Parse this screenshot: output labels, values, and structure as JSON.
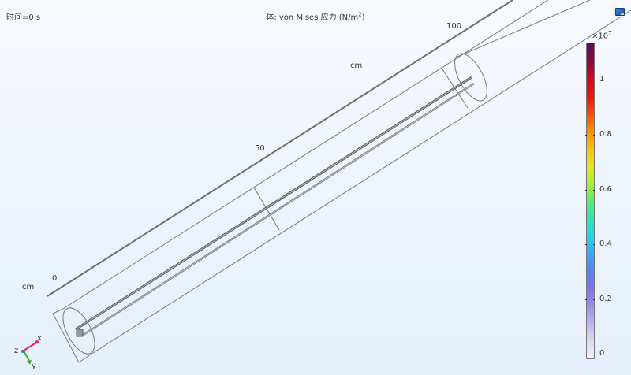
{
  "header": {
    "time_label": "时间=0 s",
    "plot_title_prefix": "体: von Mises 应力 (N/m",
    "plot_title_sup": "2",
    "plot_title_suffix": ")"
  },
  "toolbar": {
    "snapshot_button": "camera-snapshot-icon"
  },
  "axis_ruler": {
    "unit_left": "cm",
    "unit_top": "cm",
    "ticks": [
      "0",
      "50",
      "100"
    ]
  },
  "colorbar": {
    "multiplier_base": "×10",
    "multiplier_exp": "7",
    "ticks": [
      "1",
      "0.8",
      "0.6",
      "0.4",
      "0.2",
      "0"
    ],
    "colors": [
      "#5a0a5e",
      "#8a0a3f",
      "#c80a1e",
      "#e8150e",
      "#f24b0a",
      "#fa8e05",
      "#f9c011",
      "#e4e61c",
      "#a6ee3a",
      "#5fea6f",
      "#31e2b6",
      "#2ad1e6",
      "#3aa8f2",
      "#5b83f0",
      "#7f73e6",
      "#9d8eea",
      "#c0b2ee",
      "#e0d9f2",
      "#f2eef6"
    ],
    "max_color": "#5a0a5e",
    "min_color": "#f2eef6"
  },
  "triad": {
    "x_label": "x",
    "y_label": "y",
    "z_label": "z",
    "x_color": "#e0245e",
    "y_color": "#3cae3c",
    "z_color": "#2d6fd6"
  }
}
